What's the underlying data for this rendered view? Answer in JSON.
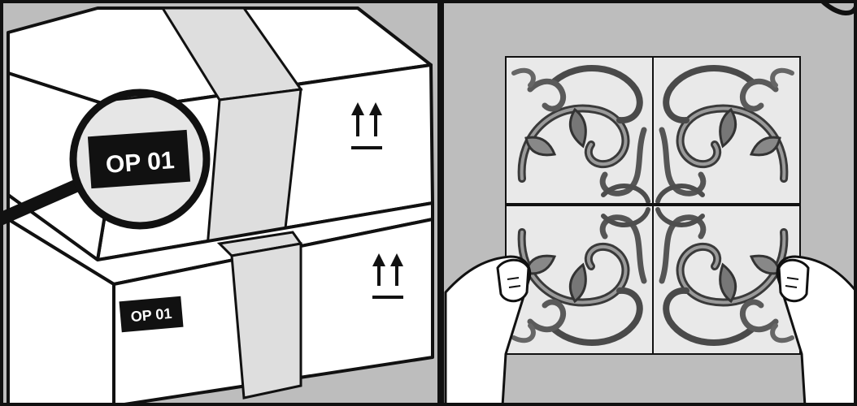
{
  "panels": {
    "left": {
      "magnified_label": "OP 01",
      "box_label": "OP 01",
      "orientation_symbol": "this-way-up-arrows-icon"
    },
    "right": {
      "tile_pattern": "ornamental-scroll-tile",
      "tile_grid": "2x2"
    }
  },
  "colors": {
    "panel_background": "#bdbdbd",
    "box_face": "#ffffff",
    "tape": "#dedede",
    "outline": "#111111",
    "label_background": "#111111",
    "label_text": "#ffffff"
  }
}
